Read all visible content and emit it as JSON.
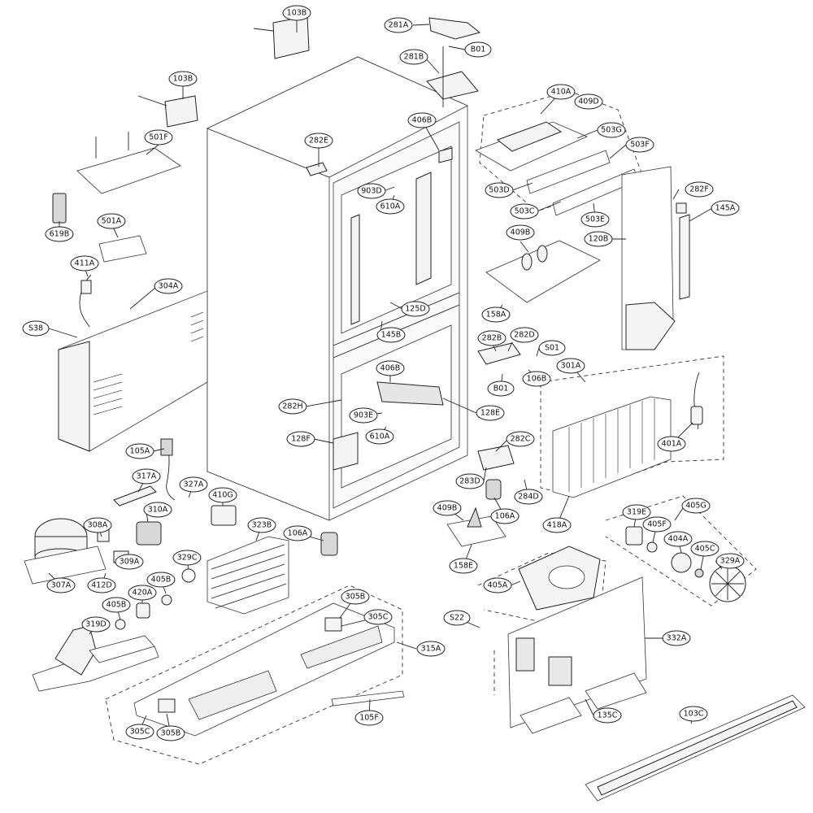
{
  "callouts": [
    "103B",
    "103B",
    "281A",
    "B01",
    "281B",
    "410A",
    "409D",
    "406B",
    "282E",
    "501F",
    "903D",
    "610A",
    "503G",
    "503F",
    "503D",
    "282F",
    "145A",
    "503C",
    "503E",
    "120B",
    "619B",
    "501A",
    "409B",
    "411A",
    "304A",
    "125D",
    "145B",
    "158A",
    "S38",
    "282B",
    "282D",
    "S01",
    "B01",
    "106B",
    "301A",
    "406B",
    "282H",
    "128E",
    "903E",
    "610A",
    "128F",
    "401A",
    "282C",
    "105A",
    "283D",
    "284D",
    "317A",
    "327A",
    "410G",
    "418A",
    "409B",
    "106A",
    "319E",
    "405F",
    "405G",
    "308A",
    "310A",
    "323B",
    "106A",
    "404A",
    "405C",
    "309A",
    "329C",
    "329A",
    "307A",
    "412D",
    "405B",
    "420A",
    "158E",
    "405A",
    "305B",
    "405B",
    "305C",
    "319D",
    "S22",
    "315A",
    "332A",
    "105F",
    "135C",
    "103C",
    "305C",
    "305B"
  ]
}
